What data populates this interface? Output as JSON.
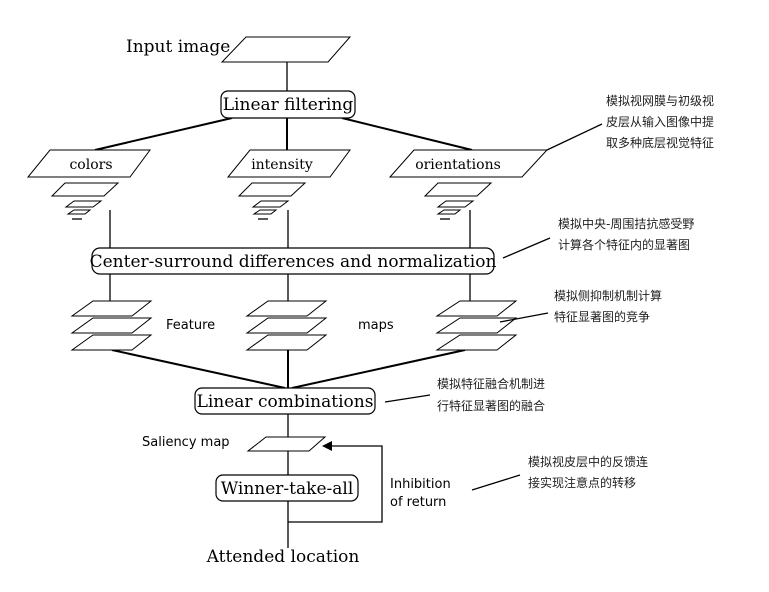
{
  "nodes": {
    "input_image": "Input image",
    "linear_filtering": "Linear filtering",
    "colors": "colors",
    "intensity": "intensity",
    "orientations": "orientations",
    "center_surround": "Center-surround differences and normalization",
    "feature": "Feature",
    "maps": "maps",
    "linear_combinations": "Linear combinations",
    "saliency_map": "Saliency map",
    "winner_take_all": "Winner-take-all",
    "inhibition_line1": "Inhibition",
    "inhibition_line2": "of return",
    "attended_location": "Attended location"
  },
  "annotations": {
    "a1": [
      "模拟视网膜与初级视",
      "皮层从输入图像中提",
      "取多种底层视觉特征"
    ],
    "a2": [
      "模拟中央-周围拮抗感受野",
      "计算各个特征内的显著图"
    ],
    "a3": [
      "模拟侧抑制机制计算",
      "特征显著图的竞争"
    ],
    "a4": [
      "模拟特征融合机制进",
      "行特征显著图的融合"
    ],
    "a5": [
      "模拟视皮层中的反馈连",
      "接实现注意点的转移"
    ]
  }
}
